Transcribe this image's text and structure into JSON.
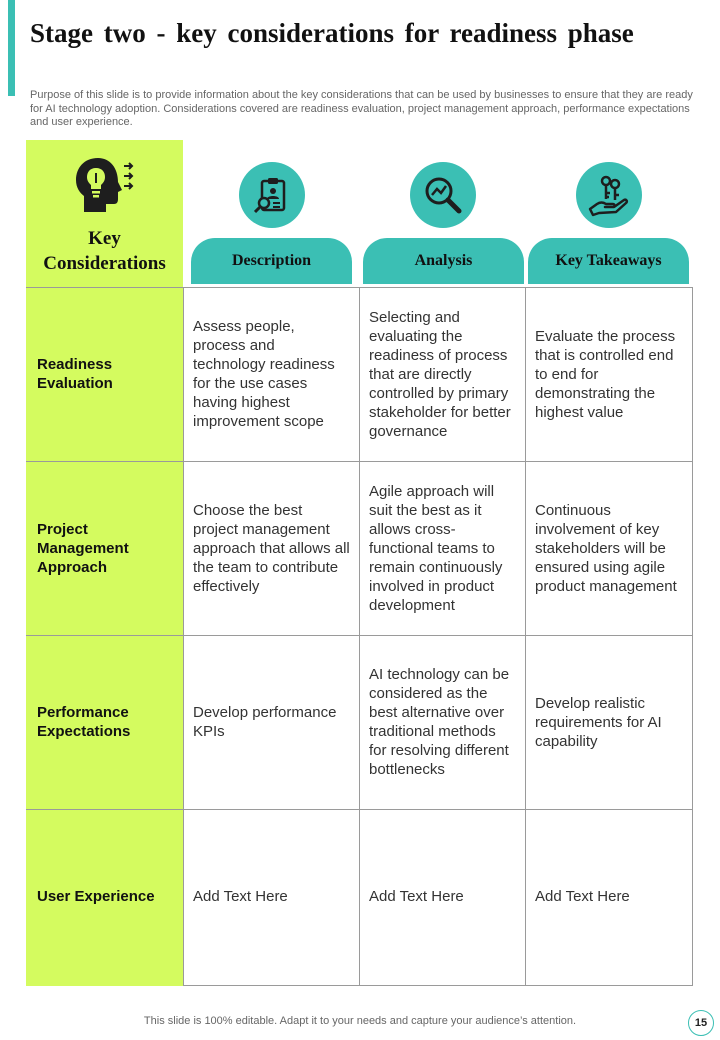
{
  "header": {
    "title": "Stage two -  key considerations  for readiness phase",
    "subtitle": "Purpose of this slide is to provide information about the key considerations that can be used by businesses to ensure that they are ready for AI technology adoption. Considerations covered are readiness evaluation, project management approach, performance expectations and user experience."
  },
  "theme": {
    "accent": "#3bbfb4",
    "highlight": "#d4fb5f"
  },
  "table": {
    "corner_label": "Key Considerations",
    "corner_icon": "head-lightbulb-icon",
    "columns": [
      {
        "label": "Description",
        "icon": "clipboard-magnifier-icon"
      },
      {
        "label": "Analysis",
        "icon": "chart-magnifier-icon"
      },
      {
        "label": "Key Takeaways",
        "icon": "hand-keys-icon"
      }
    ],
    "rows": [
      {
        "label": "Readiness Evaluation",
        "cells": [
          "Assess people, process and technology readiness for the use cases having highest improvement scope",
          "Selecting and evaluating the readiness of process that are directly controlled by primary stakeholder for better governance",
          "Evaluate the process that is controlled end to end for demonstrating the highest value"
        ]
      },
      {
        "label": "Project Management Approach",
        "cells": [
          "Choose the best project management approach that allows all the team to contribute effectively",
          "Agile approach will suit the best as it allows cross-functional teams to remain continuously involved in product development",
          "Continuous involvement  of key stakeholders will be ensured using agile product management"
        ]
      },
      {
        "label": "Performance Expectations",
        "cells": [
          "Develop performance KPIs",
          "AI technology can be considered as the best alternative over traditional methods for resolving different bottlenecks",
          "Develop realistic requirements for AI capability"
        ]
      },
      {
        "label": "User Experience",
        "cells": [
          "Add Text Here",
          "Add Text Here",
          "Add Text Here"
        ]
      }
    ]
  },
  "footer": {
    "note": "This slide is 100% editable. Adapt it to your needs and capture your audience’s attention.",
    "page_number": "15"
  }
}
